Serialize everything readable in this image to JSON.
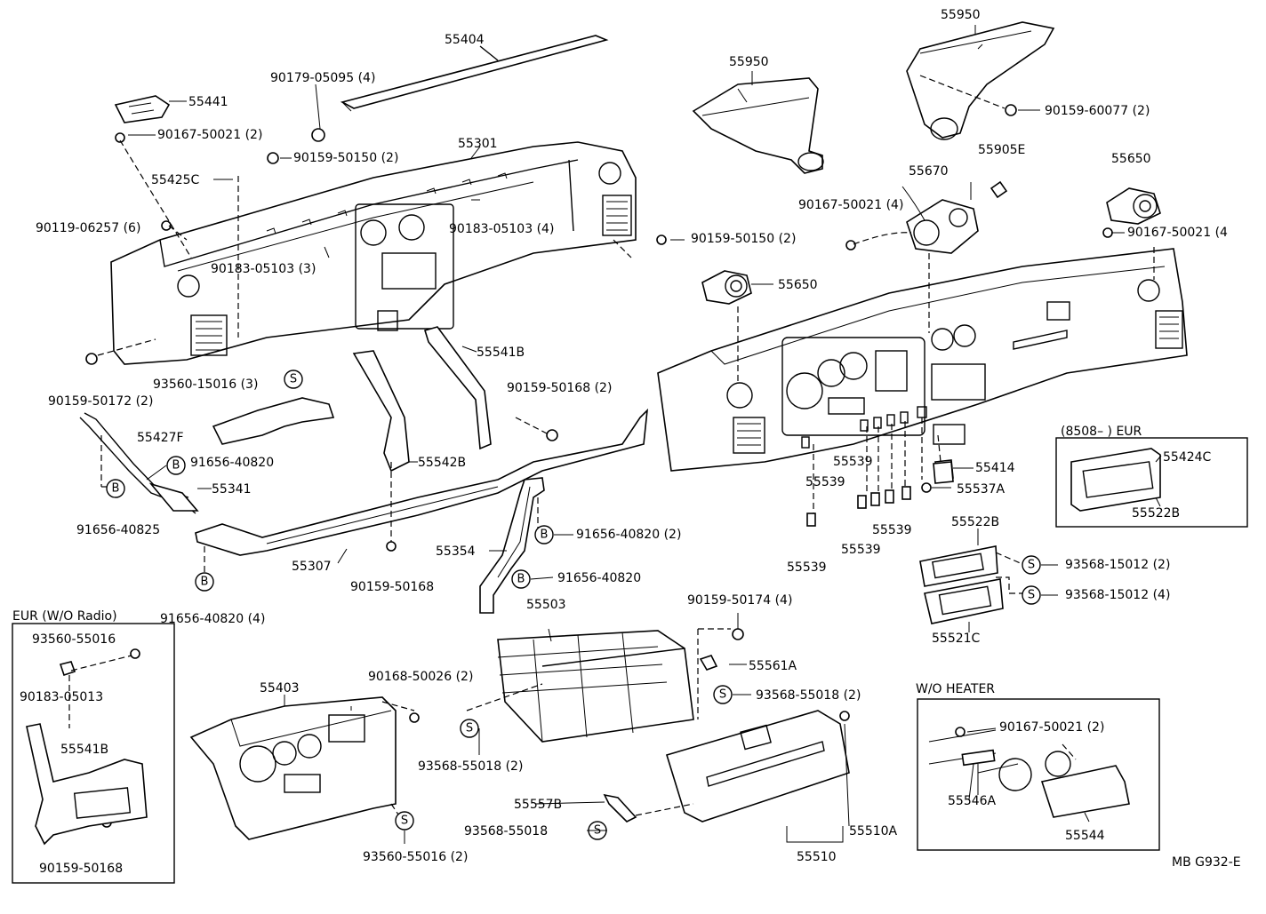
{
  "labels": {
    "p55404": "55404",
    "p55441": "55441",
    "p90179_05095": "90179-05095 (4)",
    "p90167_50021_a": "90167-50021 (2)",
    "p55301": "55301",
    "p90159_50150_a": "90159-50150 (2)",
    "p55425C": "55425C",
    "p90119_06257": "90119-06257 (6)",
    "p90183_05103_a": "90183-05103 (4)",
    "p90183_05103_b": "90183-05103 (3)",
    "p90159_50150_b": "90159-50150 (2)",
    "p55950_a": "55950",
    "p55950_b": "55950",
    "p90159_60077": "90159-60077 (2)",
    "p55905E": "55905E",
    "p55670": "55670",
    "p90167_50021_b": "90167-50021 (4)",
    "p55650_a": "55650",
    "p90167_50021_c": "90167-50021 (4",
    "p55650_b": "55650",
    "p55541B_a": "55541B",
    "p93560_15016": "93560-15016 (3)",
    "p90159_50168_a": "90159-50168 (2)",
    "p90159_50172": "90159-50172 (2)",
    "p55427F": "55427F",
    "p91656_40820_a": "91656-40820",
    "p55542B": "55542B",
    "p55341": "55341",
    "p91656_40825": "91656-40825",
    "p55539_1": "55539",
    "p55414": "55414",
    "p55539_2": "55539",
    "p55537A": "55537A",
    "p55539_3": "55539",
    "p55539_4": "55539",
    "p55539_5": "55539",
    "p91656_40820_b": "91656-40820 (2)",
    "p55354": "55354",
    "p55307": "55307",
    "p90159_50168_b": "90159-50168",
    "p91656_40820_c": "91656-40820",
    "p91656_40820_d": "91656-40820 (4)",
    "p55522B_a": "55522B",
    "p93568_15012_a": "93568-15012 (2)",
    "p93568_15012_b": "93568-15012 (4)",
    "p55521C": "55521C",
    "eur_title": "(8508–          ) EUR",
    "p55424C": "55424C",
    "p55522B_b": "55522B",
    "eur_radio_title": "EUR (W/O Radio)",
    "p93560_55016_a": "93560-55016",
    "p90183_05013": "90183-05013",
    "p55541B_b": "55541B",
    "p90159_50168_c": "90159-50168",
    "p55403": "55403",
    "p90168_50026": "90168-50026 (2)",
    "p55503": "55503",
    "p90159_50174": "90159-50174 (4)",
    "p55561A": "55561A",
    "p93568_55018_a": "93568-55018 (2)",
    "p93568_55018_b": "93568-55018 (2)",
    "p93560_55016_b": "93560-55016 (2)",
    "p55557B": "55557B",
    "p93568_55018_c": "93568-55018",
    "p55510A": "55510A",
    "p55510": "55510",
    "wo_heater_title": "W/O HEATER",
    "p90167_50021_d": "90167-50021 (2)",
    "p55546A": "55546A",
    "p55544": "55544",
    "ref_code": "MB G932-E"
  },
  "badges": {
    "s": "S",
    "b": "B"
  }
}
